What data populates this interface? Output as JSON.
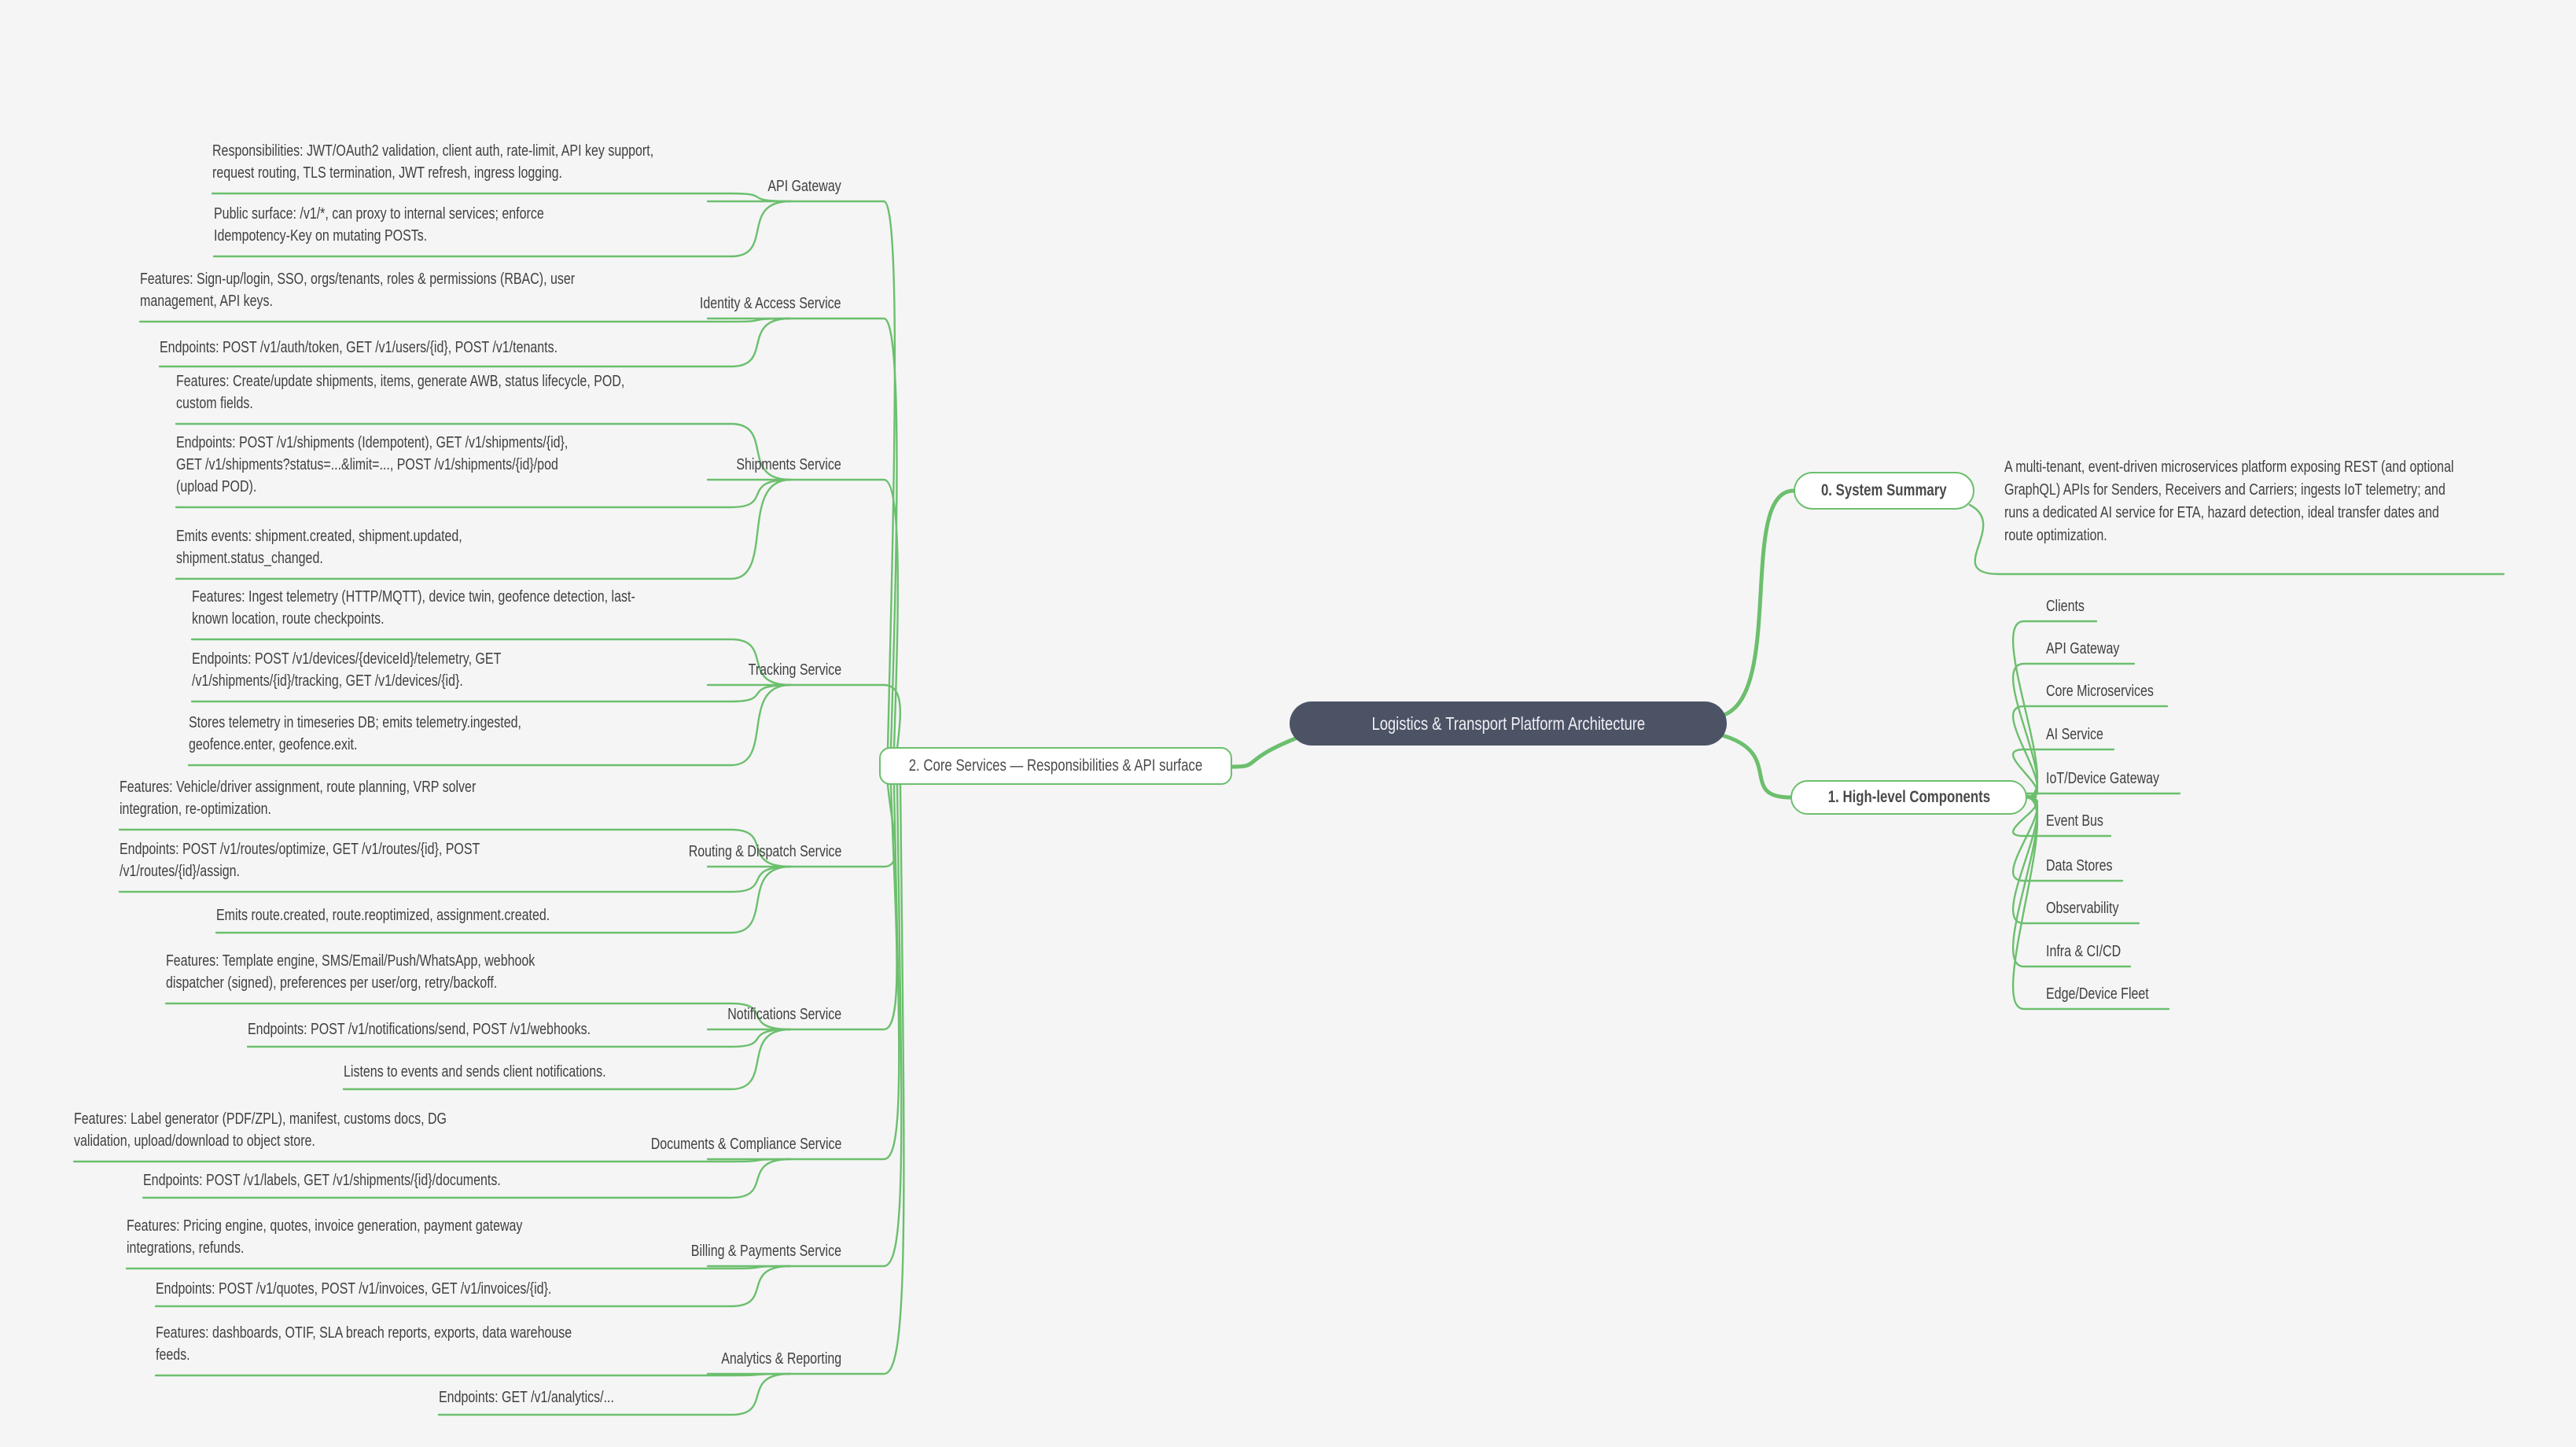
{
  "colors": {
    "line_green": "#6cbf6d",
    "root_node_bg": "#4c5365",
    "root_node_text": "#f0f1f5",
    "body_text": "#404040",
    "background": "#f5f5f6"
  },
  "root": {
    "label": "Logistics & Transport Platform Architecture"
  },
  "system_summary": {
    "label": "0. System Summary",
    "text": "A multi-tenant, event-driven microservices platform exposing REST (and optional GraphQL) APIs for Senders, Receivers and Carriers; ingests IoT telemetry; and runs a dedicated AI service for ETA, hazard detection, ideal transfer dates and route optimization."
  },
  "high_level": {
    "label": "1. High-level Components",
    "items": [
      "Clients",
      "API Gateway",
      "Core Microservices",
      "AI Service",
      "IoT/Device Gateway",
      "Event Bus",
      "Data Stores",
      "Observability",
      "Infra & CI/CD",
      "Edge/Device Fleet"
    ]
  },
  "core_services": {
    "label": "2. Core Services — Responsibilities & API surface",
    "services": [
      {
        "name": "API Gateway",
        "notes": [
          "Responsibilities: JWT/OAuth2 validation, client auth, rate-limit, API key support, request routing, TLS termination, JWT refresh, ingress logging.",
          "Public surface: /v1/*, can proxy to internal services; enforce Idempotency-Key on mutating POSTs."
        ]
      },
      {
        "name": "Identity & Access Service",
        "notes": [
          "Features: Sign-up/login, SSO, orgs/tenants, roles & permissions (RBAC), user management, API keys.",
          "Endpoints: POST /v1/auth/token, GET /v1/users/{id}, POST /v1/tenants."
        ]
      },
      {
        "name": "Shipments Service",
        "notes": [
          "Features: Create/update shipments, items, generate AWB, status lifecycle, POD, custom fields.",
          "Endpoints: POST /v1/shipments (Idempotent), GET /v1/shipments/{id}, GET /v1/shipments?status=...&limit=..., POST /v1/shipments/{id}/pod (upload POD).",
          "Emits events: shipment.created, shipment.updated, shipment.status_changed."
        ]
      },
      {
        "name": "Tracking Service",
        "notes": [
          "Features: Ingest telemetry (HTTP/MQTT), device twin, geofence detection, last-known location, route checkpoints.",
          "Endpoints: POST /v1/devices/{deviceId}/telemetry, GET /v1/shipments/{id}/tracking, GET /v1/devices/{id}.",
          "Stores telemetry in timeseries DB; emits telemetry.ingested, geofence.enter, geofence.exit."
        ]
      },
      {
        "name": "Routing & Dispatch Service",
        "notes": [
          "Features: Vehicle/driver assignment, route planning, VRP solver integration, re-optimization.",
          "Endpoints: POST /v1/routes/optimize, GET /v1/routes/{id}, POST /v1/routes/{id}/assign.",
          "Emits route.created, route.reoptimized, assignment.created."
        ]
      },
      {
        "name": "Notifications Service",
        "notes": [
          "Features: Template engine, SMS/Email/Push/WhatsApp, webhook dispatcher (signed), preferences per user/org, retry/backoff.",
          "Endpoints: POST /v1/notifications/send, POST /v1/webhooks.",
          "Listens to events and sends client notifications."
        ]
      },
      {
        "name": "Documents & Compliance Service",
        "notes": [
          "Features: Label generator (PDF/ZPL), manifest, customs docs, DG validation, upload/download to object store.",
          "Endpoints: POST /v1/labels, GET /v1/shipments/{id}/documents."
        ]
      },
      {
        "name": "Billing & Payments Service",
        "notes": [
          "Features: Pricing engine, quotes, invoice generation, payment gateway integrations, refunds.",
          "Endpoints: POST /v1/quotes, POST /v1/invoices, GET /v1/invoices/{id}."
        ]
      },
      {
        "name": "Analytics & Reporting",
        "notes": [
          "Features: dashboards, OTIF, SLA breach reports, exports, data warehouse feeds.",
          "Endpoints: GET /v1/analytics/..."
        ]
      }
    ]
  }
}
